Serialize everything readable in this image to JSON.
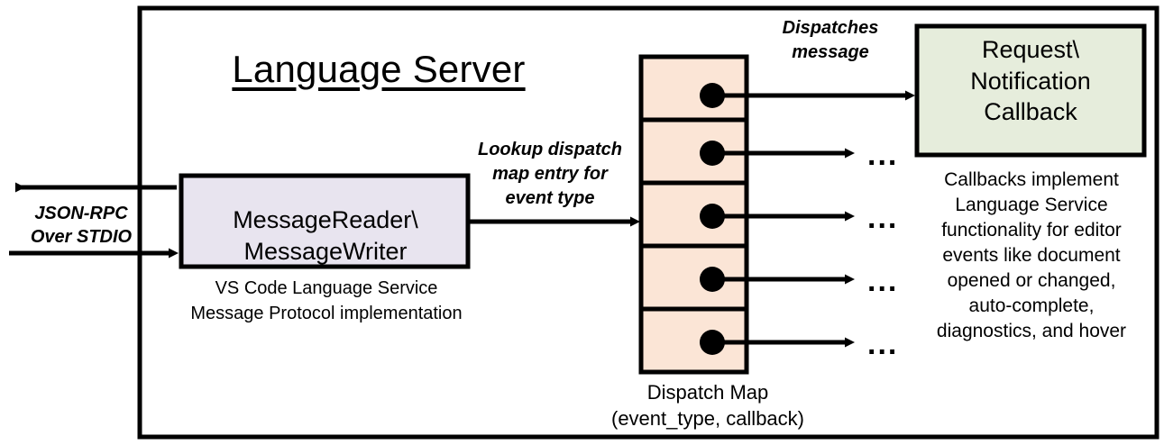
{
  "diagram": {
    "title": "Language Server",
    "colors": {
      "stroke": "#000000",
      "background": "#ffffff",
      "reader_fill": "#E8E4EF",
      "dispatch_map_fill": "#FBE5D6",
      "callback_fill": "#E6EDDC"
    },
    "external_io": {
      "label": "JSON-RPC\nOver STDIO",
      "outbound_arrow": "arrow-left-out",
      "inbound_arrow": "arrow-right-in"
    },
    "reader_node": {
      "label": "MessageReader\\\nMessageWriter",
      "caption": "VS Code Language Service\nMessage Protocol implementation"
    },
    "lookup_edge": {
      "label": "Lookup dispatch\nmap entry for\nevent type"
    },
    "dispatch_map": {
      "caption": "Dispatch Map\n(event_type, callback)",
      "row_count": 5,
      "rows": [
        {
          "marker": "callback-dot",
          "target": "Request\\Notification Callback"
        },
        {
          "marker": "callback-dot",
          "target": "..."
        },
        {
          "marker": "callback-dot",
          "target": "..."
        },
        {
          "marker": "callback-dot",
          "target": "..."
        },
        {
          "marker": "callback-dot",
          "target": "..."
        }
      ],
      "entry_row_index": 2
    },
    "dispatch_edge": {
      "label": "Dispatches\nmessage"
    },
    "callback_node": {
      "label": "Request\\\nNotification\nCallback",
      "caption": "Callbacks implement\nLanguage Service\nfunctionality for editor\nevents like document\nopened or changed,\nauto-complete,\ndiagnostics, and hover"
    },
    "ellipses": [
      "...",
      "...",
      "...",
      "..."
    ]
  }
}
